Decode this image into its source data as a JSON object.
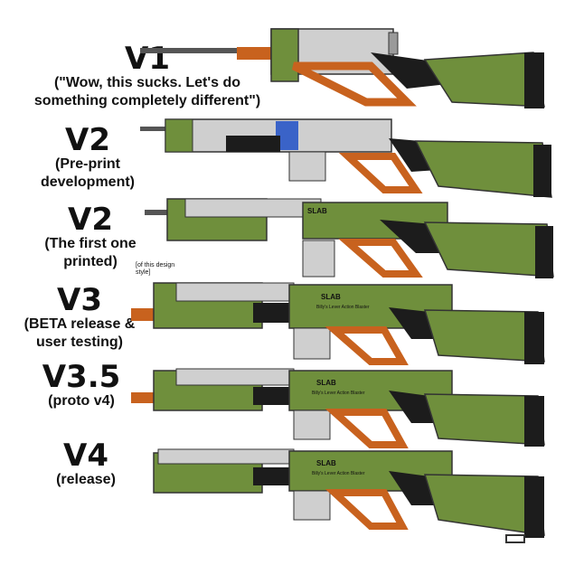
{
  "colors": {
    "green": "#6f8f3c",
    "green_dark": "#4a6328",
    "orange": "#c8621e",
    "black": "#1c1c1c",
    "grey": "#9a9a9a",
    "grey_light": "#cfcfcf",
    "blue": "#3a63c8"
  },
  "versions": [
    {
      "title": "V1",
      "subtitle": "(\"Wow, this sucks. Let's do something completely different\")"
    },
    {
      "title": "V2",
      "subtitle": "(Pre-print development)"
    },
    {
      "title": "V2",
      "subtitle": "(The first one printed)",
      "note": "[of this design style]",
      "stamp": "SLAB"
    },
    {
      "title": "V3",
      "subtitle": "(BETA release & user testing)",
      "stamp": "SLAB",
      "stamp_sub": "Billy's Lever Action Blaster"
    },
    {
      "title": "V3.5",
      "subtitle": "(proto v4)",
      "stamp": "SLAB",
      "stamp_sub": "Billy's Lever Action Blaster"
    },
    {
      "title": "V4",
      "subtitle": "(release)",
      "stamp": "SLAB",
      "stamp_sub": "Billy's Lever Action Blaster"
    }
  ]
}
